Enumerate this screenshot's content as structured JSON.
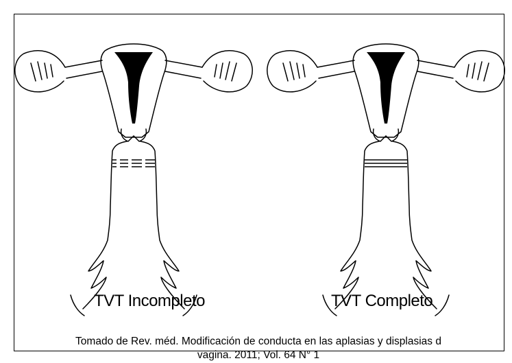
{
  "figures": [
    {
      "label": "TVT Incompleto",
      "septum": "incomplete"
    },
    {
      "label": "TVT Completo",
      "septum": "complete"
    }
  ],
  "caption": {
    "line1": "Tomado de Rev. méd. Modificación de conducta en las aplasias y displasias d",
    "line2": "vagina. 2011; Vol. 64 N° 1"
  },
  "colors": {
    "stroke": "#000000",
    "cavity": "#000000",
    "background": "#ffffff"
  }
}
